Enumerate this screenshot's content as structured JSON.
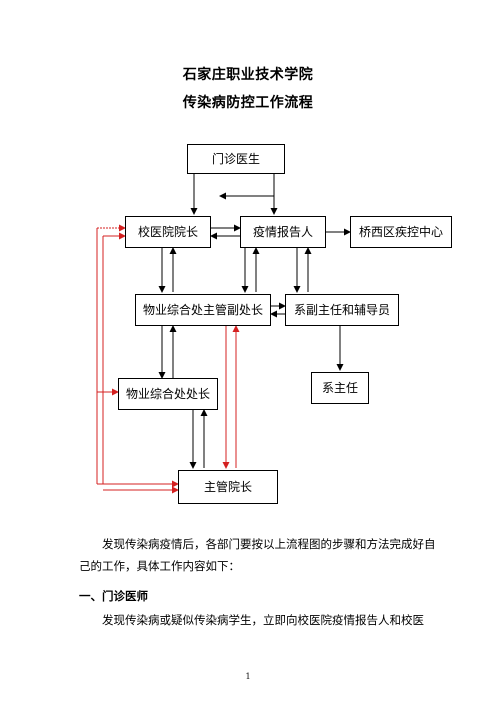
{
  "header": {
    "title_line1": "石家庄职业技术学院",
    "title_line2": "传染病防控工作流程"
  },
  "diagram": {
    "nodes": {
      "clinic_doctor": "门诊医生",
      "campus_hospital_director": "校医院院长",
      "epidemic_reporter": "疫情报告人",
      "qiaoxi_cdc": "桥西区疾控中心",
      "property_deputy_head": "物业综合处主管副处长",
      "dept_deputy_and_counselor": "系副主任和辅导员",
      "property_head": "物业综合处处长",
      "dept_head": "系主任",
      "vice_president_in_charge": "主管院长"
    },
    "colors": {
      "black_arrow": "#000000",
      "red_arrow": "#d42020"
    }
  },
  "body": {
    "intro": "发现传染病疫情后，各部门要按以上流程图的步骤和方法完成好自己的工作，具体工作内容如下：",
    "section1_heading": "一、门诊医师",
    "section1_text": "发现传染病或疑似传染病学生，立即向校医院疫情报告人和校医"
  },
  "footer": {
    "page_number": "1"
  }
}
